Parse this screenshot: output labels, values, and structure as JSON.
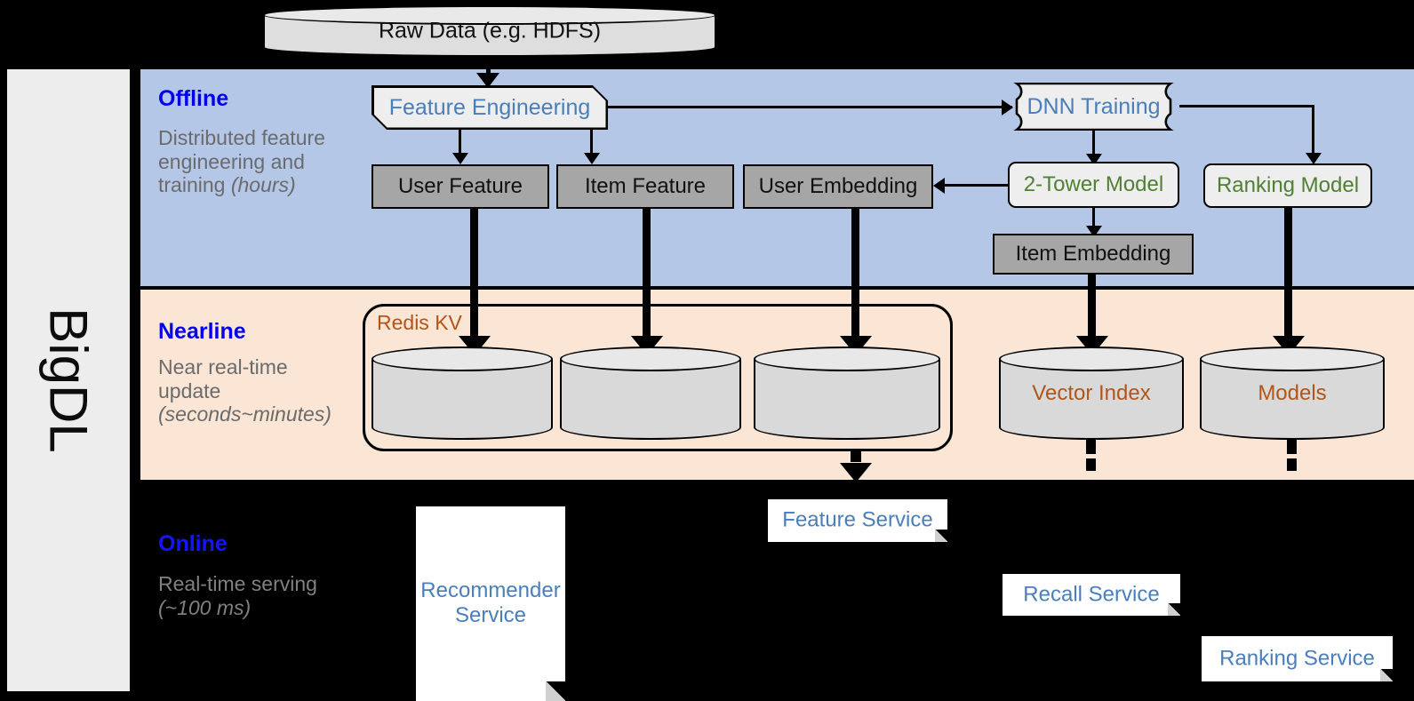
{
  "framework": {
    "name": "BigDL"
  },
  "source": {
    "label": "Raw Data (e.g. HDFS)"
  },
  "bands": {
    "offline": {
      "title": "Offline",
      "desc_main": "Distributed feature engineering and training ",
      "desc_em": "(hours)"
    },
    "nearline": {
      "title": "Nearline",
      "desc_main": "Near real-time update ",
      "desc_em": "(seconds~minutes)"
    },
    "online": {
      "title": "Online",
      "desc_main": "Real-time serving ",
      "desc_em": "(~100 ms)"
    }
  },
  "offline_nodes": {
    "feature_engineering": "Feature Engineering",
    "dnn_training": "DNN Training",
    "user_feature": "User Feature",
    "item_feature": "Item Feature",
    "user_embedding": "User Embedding",
    "two_tower_model": "2-Tower Model",
    "ranking_model": "Ranking Model",
    "item_embedding": "Item Embedding"
  },
  "nearline_nodes": {
    "redis_kv": "Redis KV",
    "store_user_feature": "",
    "store_item_feature": "",
    "store_user_embedding": "",
    "vector_index": "Vector Index",
    "models": "Models"
  },
  "online_nodes": {
    "recommender_service": "Recommender Service",
    "feature_service": "Feature Service",
    "recall_service": "Recall Service",
    "ranking_service": "Ranking Service"
  },
  "colors": {
    "offline_band": "#b4c7e7",
    "nearline_band": "#fbe5d5",
    "online_band": "#000000",
    "rail": "#ededed",
    "band_title": "#0000ee",
    "blue_text": "#4a7ebb",
    "green_text": "#4f8033",
    "brown_text": "#b35516",
    "gray_box": "#a6a6a6",
    "light_box": "#eeeeee"
  }
}
